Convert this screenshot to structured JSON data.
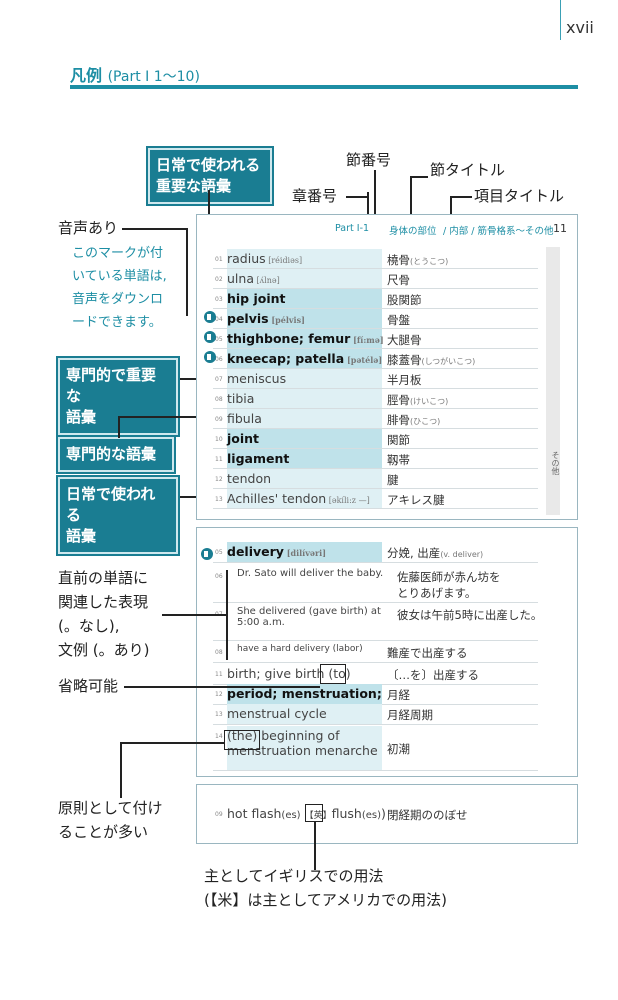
{
  "page": {
    "number": "xvii"
  },
  "legend": {
    "title": "凡例",
    "part": "(Part Ⅰ 1〜10)"
  },
  "labels": {
    "chapter_num": "章番号",
    "section_num": "節番号",
    "section_title": "節タイトル",
    "item_title": "項目タイトル",
    "audio": "音声あり",
    "audio_note": "このマークが付\nいている単語は,\n音声をダウンロ\nードできます。",
    "daily_important": "日常で使われる\n重要な語彙",
    "special_important": "専門的で重要な\n語彙",
    "special": "専門的な語彙",
    "daily": "日常で使われる\n語彙",
    "related_expr": "直前の単語に\n関連した表現\n(。なし),\n文例 (。あり)",
    "omittable": "省略可能",
    "usually_attached": "原則として付け\nることが多い",
    "british": "主としてイギリスでの用法",
    "american_note": "(【米】は主としてアメリカでの用法)"
  },
  "panel1": {
    "header_part": "Part Ⅰ-1",
    "header_section": "身体の部位",
    "header_item": "/ 内部 / 筋骨格系〜その他",
    "header_page": "11",
    "sidebar_label": "その他",
    "rows": [
      {
        "n": "01",
        "en": "radius",
        "ipa": "[réidiəs]",
        "jp": "橈骨",
        "kana": "(とうこつ)"
      },
      {
        "n": "02",
        "en": "ulna",
        "ipa": "[ʌ́lnə]",
        "jp": "尺骨",
        "kana": ""
      },
      {
        "n": "03",
        "en": "hip joint",
        "ipa": "",
        "jp": "股関節",
        "kana": ""
      },
      {
        "n": "04",
        "en": "pelvis",
        "ipa": "[pélvis]",
        "jp": "骨盤",
        "kana": ""
      },
      {
        "n": "05",
        "en": "thighbone; femur",
        "ipa": "[fí:mə]",
        "jp": "大腿骨",
        "kana": ""
      },
      {
        "n": "06",
        "en": "kneecap; patella",
        "ipa": "[pətélə]",
        "jp": "膝蓋骨",
        "kana": "(しつがいこつ)"
      },
      {
        "n": "07",
        "en": "meniscus",
        "ipa": "",
        "jp": "半月板",
        "kana": ""
      },
      {
        "n": "08",
        "en": "tibia",
        "ipa": "",
        "jp": "脛骨",
        "kana": "(けいこつ)"
      },
      {
        "n": "09",
        "en": "fibula",
        "ipa": "",
        "jp": "腓骨",
        "kana": "(ひこつ)"
      },
      {
        "n": "10",
        "en": "joint",
        "ipa": "",
        "jp": "関節",
        "kana": ""
      },
      {
        "n": "11",
        "en": "ligament",
        "ipa": "",
        "jp": "靱帯",
        "kana": ""
      },
      {
        "n": "12",
        "en": "tendon",
        "ipa": "",
        "jp": "腱",
        "kana": ""
      },
      {
        "n": "13",
        "en": "Achilles' tendon",
        "ipa": "[əkíli:z —]",
        "jp": "アキレス腱",
        "kana": ""
      }
    ]
  },
  "panel2": {
    "rows": [
      {
        "n": "05",
        "en": "delivery",
        "ipa": "[dilívəri]",
        "jp": "分娩, 出産",
        "kana": "(v. deliver)"
      },
      {
        "n": "06",
        "en": "Dr. Sato will deliver the baby.",
        "jp": "佐藤医師が赤ん坊を",
        "jp2": "とりあげます。"
      },
      {
        "n": "07",
        "en": "She delivered (gave birth) at",
        "en2": "5:00 a.m.",
        "jp": "彼女は午前5時に出産した。"
      },
      {
        "n": "08",
        "en": "have a hard delivery (labor)",
        "jp": "難産で出産する"
      },
      {
        "n": "11",
        "en": "birth; give birth",
        "opt": "(to)",
        "jp": "〔…を〕出産する"
      },
      {
        "n": "12",
        "en": "period; menstruation;",
        "jp": "月経"
      },
      {
        "n": "13",
        "en": "menstrual cycle",
        "jp": "月経周期"
      },
      {
        "n": "14",
        "the": "(the)",
        "en": "beginning of",
        "en2": "menstruation menarche",
        "jp": "初潮"
      }
    ]
  },
  "panel3": {
    "n": "09",
    "en": "hot flash",
    "es": "(es)",
    "uk": "【英】",
    "en2": "flush",
    "es2": "(es)",
    "close": ")",
    "jp": "閉経期ののぼせ"
  }
}
